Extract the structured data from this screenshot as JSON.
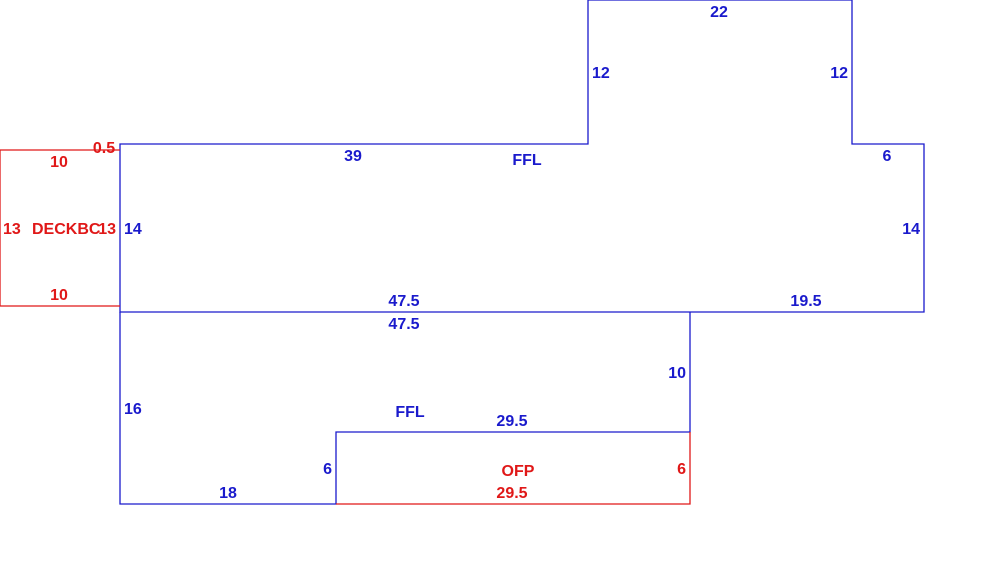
{
  "colors": {
    "living": "#1a1acc",
    "non_living": "#e01818"
  },
  "areas": {
    "upper_ffl": {
      "name": "FFL",
      "dims": {
        "bump_top": "22",
        "bump_left": "12",
        "bump_right": "12",
        "top_left": "39",
        "offset_left": "0.5",
        "right_step": "6",
        "left_side": "14",
        "right_side": "14",
        "bottom_left": "47.5",
        "bottom_right": "19.5"
      }
    },
    "lower_ffl": {
      "name": "FFL",
      "dims": {
        "top": "47.5",
        "right": "10",
        "left": "16",
        "notch_top": "29.5",
        "notch_side": "6",
        "bottom": "18"
      }
    },
    "deck": {
      "name": "DECKBC",
      "dims": {
        "top": "10",
        "bottom": "10",
        "left": "13",
        "right": "13"
      }
    },
    "ofp": {
      "name": "OFP",
      "dims": {
        "right": "6",
        "bottom": "29.5"
      }
    }
  }
}
